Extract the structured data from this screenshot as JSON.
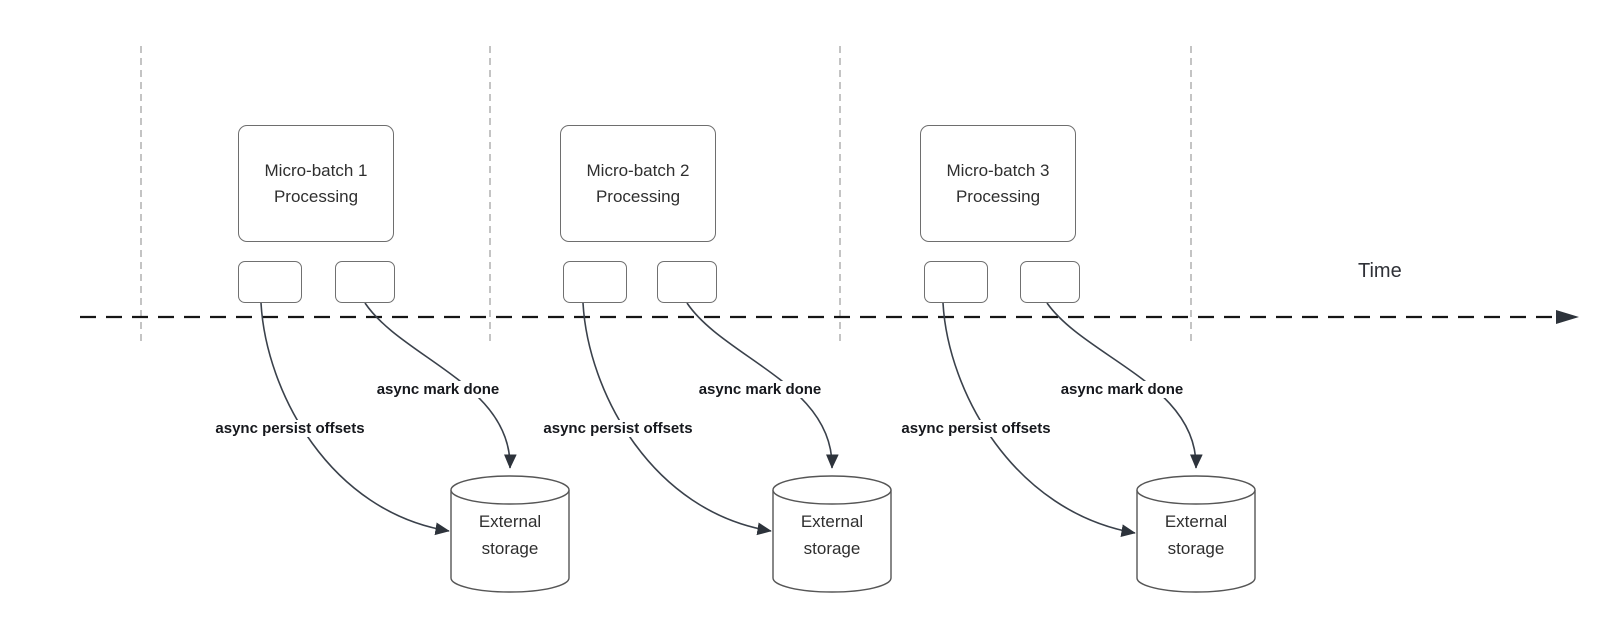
{
  "diagram": {
    "time_axis_label": "Time",
    "groups": [
      {
        "box_label": "Micro-batch 1 Processing",
        "persist_label": "async persist offsets",
        "done_label": "async mark done",
        "storage_label": "External storage"
      },
      {
        "box_label": "Micro-batch 2 Processing",
        "persist_label": "async persist offsets",
        "done_label": "async mark done",
        "storage_label": "External storage"
      },
      {
        "box_label": "Micro-batch 3 Processing",
        "persist_label": "async persist offsets",
        "done_label": "async mark done",
        "storage_label": "External storage"
      }
    ]
  },
  "colors": {
    "background": "#ffffff",
    "edge_stroke": "#3a414b",
    "axis_stroke": "#161616",
    "gridline_stroke": "#b0b0b0",
    "box_border": "#6e6e6e",
    "box_text": "#2f2f2f",
    "label_text": "#16181d"
  }
}
